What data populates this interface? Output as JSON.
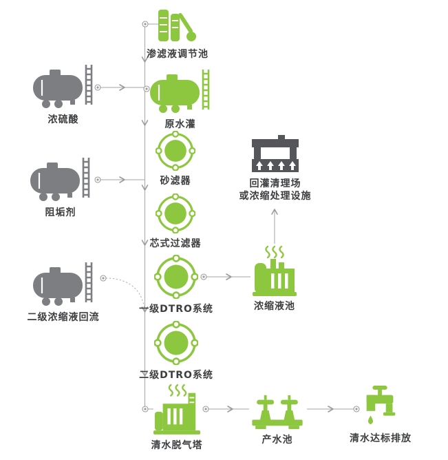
{
  "colors": {
    "green": "#8dc63f",
    "gray": "#7d7e81",
    "dark_gray": "#545659",
    "text": "#3d3e40",
    "line": "#a6a6a6"
  },
  "nodes": {
    "leachate_pool": {
      "label": "渗滤液调节池"
    },
    "sulfuric_acid": {
      "label": "浓硫酸"
    },
    "raw_water_tank": {
      "label": "原水灌"
    },
    "sand_filter": {
      "label": "砂滤器"
    },
    "scale_inhibitor": {
      "label": "阻垢剂"
    },
    "cartridge_filter": {
      "label": "芯式过滤器"
    },
    "recharge_site": {
      "lines": [
        "回灌清理场",
        "或浓缩处理设施"
      ]
    },
    "secondary_concentrate_reflux": {
      "label": "二级浓缩液回流"
    },
    "dtro_stage1": {
      "label": "一级DTRO系统"
    },
    "concentrate_pool": {
      "label": "浓缩液池"
    },
    "dtro_stage2": {
      "label": "二级DTRO系统"
    },
    "degassing_tower": {
      "label": "清水脱气塔"
    },
    "product_water_pool": {
      "label": "产水池"
    },
    "clean_water_discharge": {
      "label": "清水达标排放"
    }
  }
}
